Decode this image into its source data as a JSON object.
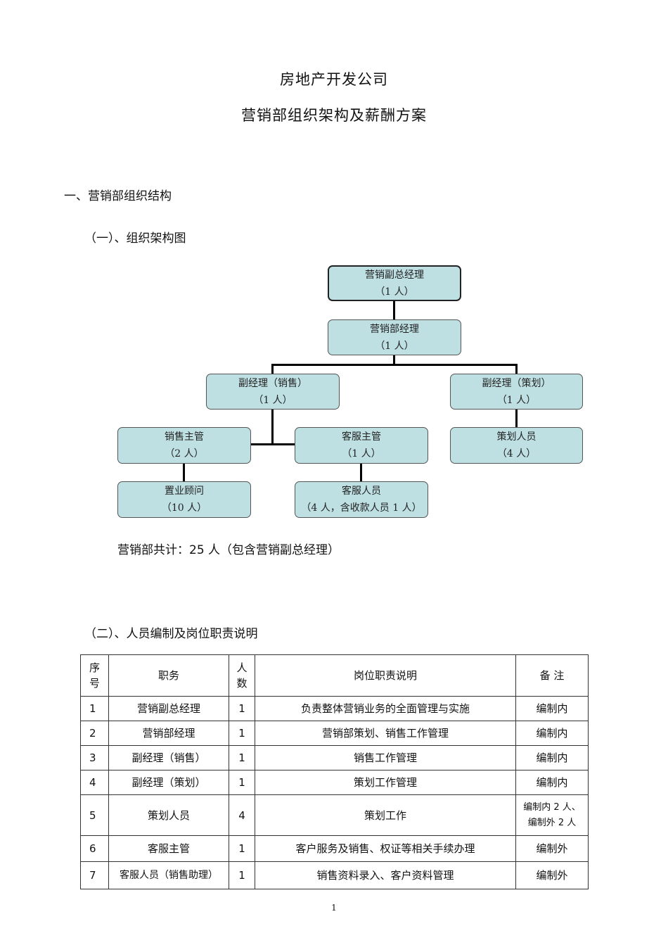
{
  "document": {
    "title": "房地产开发公司",
    "subtitle": "营销部组织架构及薪酬方案",
    "section1_heading": "一、营销部组织结构",
    "section1_1_heading": "（一）、组织架构图",
    "summary_text": "营销部共计：25 人（包含营销副总经理）",
    "section1_2_heading": "（二）、人员编制及岗位职责说明",
    "page_number": "1"
  },
  "org_chart": {
    "vp": {
      "title": "营销副总经理",
      "count": "（1 人）"
    },
    "manager": {
      "title": "营销部经理",
      "count": "（1 人）"
    },
    "deputy_sales": {
      "title": "副经理（销售）",
      "count": "（1 人）"
    },
    "deputy_planning": {
      "title": "副经理（策划）",
      "count": "（1 人）"
    },
    "sales_supervisor": {
      "title": "销售主管",
      "count": "（2 人）"
    },
    "cs_supervisor": {
      "title": "客服主管",
      "count": "（1 人）"
    },
    "planner": {
      "title": "策划人员",
      "count": "（4 人）"
    },
    "property_consultant": {
      "title": "置业顾问",
      "count": "（10 人）"
    },
    "cs_staff": {
      "title": "客服人员",
      "count": "（4 人，含收款人员 1 人）"
    }
  },
  "table": {
    "headers": {
      "seq_line1": "序",
      "seq_line2": "号",
      "position": "职务",
      "count_line1": "人",
      "count_line2": "数",
      "duties": "岗位职责说明",
      "remarks": "备 注"
    },
    "rows": [
      {
        "seq": "1",
        "position": "营销副总经理",
        "count": "1",
        "duties": "负责整体营销业务的全面管理与实施",
        "remarks": "编制内"
      },
      {
        "seq": "2",
        "position": "营销部经理",
        "count": "1",
        "duties": "营销部策划、销售工作管理",
        "remarks": "编制内"
      },
      {
        "seq": "3",
        "position": "副经理（销售）",
        "count": "1",
        "duties": "销售工作管理",
        "remarks": "编制内"
      },
      {
        "seq": "4",
        "position": "副经理（策划）",
        "count": "1",
        "duties": "策划工作管理",
        "remarks": "编制内"
      },
      {
        "seq": "5",
        "position": "策划人员",
        "count": "4",
        "duties": "策划工作",
        "remarks_line1": "编制内 2 人、",
        "remarks_line2": "编制外 2 人"
      },
      {
        "seq": "6",
        "position": "客服主管",
        "count": "1",
        "duties": "客户服务及销售、权证等相关手续办理",
        "remarks": "编制外"
      },
      {
        "seq": "7",
        "position": "客服人员（销售助理）",
        "count": "1",
        "duties": "销售资料录入、客户资料管理",
        "remarks": "编制外"
      }
    ]
  },
  "colors": {
    "node_fill": "#bfe0e3",
    "connector": "#000000"
  }
}
